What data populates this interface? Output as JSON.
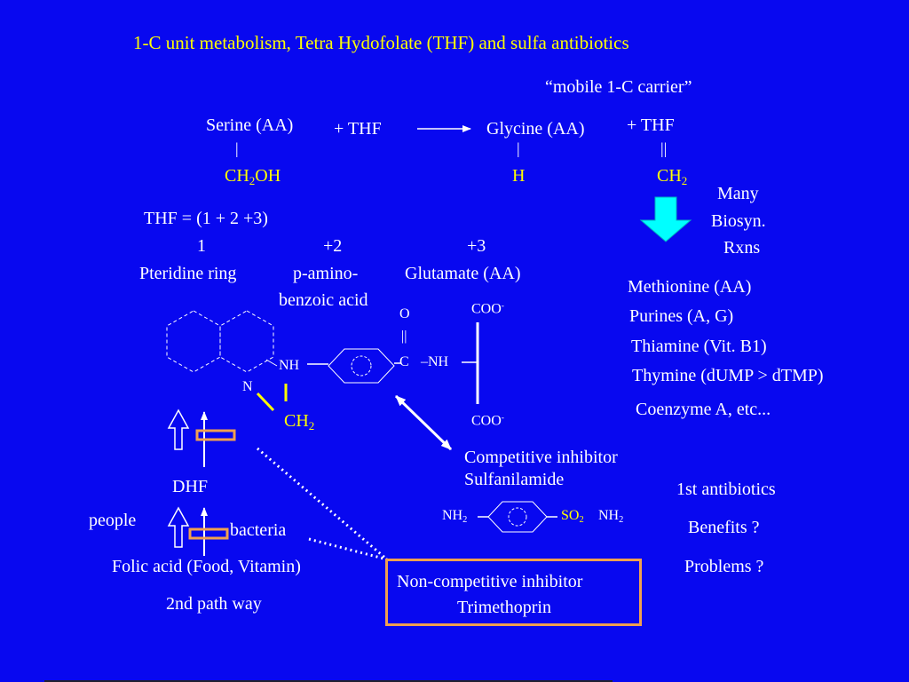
{
  "title": "1-C unit metabolism, Tetra Hydofolate (THF) and sulfa antibiotics",
  "mobile_carrier": "“mobile 1-C carrier”",
  "reaction": {
    "serine": "Serine (AA)",
    "plus_thf_1": "+ THF",
    "glycine": "Glycine (AA)",
    "plus_thf_2": "+ THF",
    "single_bond": "|",
    "double_bond": "||",
    "ch2oh_main": "CH",
    "ch2oh_sub": "2",
    "ch2oh_tail": "OH",
    "h": "H",
    "ch2_main": "CH",
    "ch2_sub": "2"
  },
  "biosyn": {
    "line1": "Many",
    "line2": "Biosyn.",
    "line3": "Rxns"
  },
  "products": [
    "Methionine (AA)",
    "Purines (A, G)",
    "Thiamine (Vit. B1)",
    "Thymine (dUMP > dTMP)",
    "Coenzyme A, etc..."
  ],
  "thf_formula": "THF = (1 + 2 +3)",
  "components": {
    "n1": "1",
    "n2": "+2",
    "n3": "+3",
    "pteridine": "Pteridine ring",
    "paba_1": "p-amino-",
    "paba_2": "benzoic acid",
    "glutamate": "Glutamate (AA)"
  },
  "structure": {
    "o": "O",
    "dbl": "||",
    "c": "C",
    "nh_right": "–NH",
    "nh_left": "NH",
    "n": "N",
    "coo": "COO",
    "minus": "-",
    "ch2_main": "CH",
    "ch2_sub": "2"
  },
  "competitive": {
    "line1": "Competitive inhibitor",
    "line2": "Sulfanilamide"
  },
  "sulfa": {
    "nh": "NH",
    "sub2": "2",
    "so": "SO",
    "so_sub": "2",
    "nh2": "NH",
    "nh2_sub": "2"
  },
  "pathway": {
    "dhf": "DHF",
    "people": "people",
    "bacteria": "bacteria",
    "folic": "Folic acid (Food, Vitamin)",
    "second_path": "2nd path way"
  },
  "trimethoprim": {
    "line1": "Non-competitive inhibitor",
    "line2": "Trimethoprin"
  },
  "antibiotics": {
    "line1": "1st antibiotics",
    "line2": "Benefits ?",
    "line3": "Problems ?"
  },
  "colors": {
    "background": "#0808f0",
    "highlight": "#ffff00",
    "accent": "#f0a050",
    "arrow": "#00ffff"
  }
}
